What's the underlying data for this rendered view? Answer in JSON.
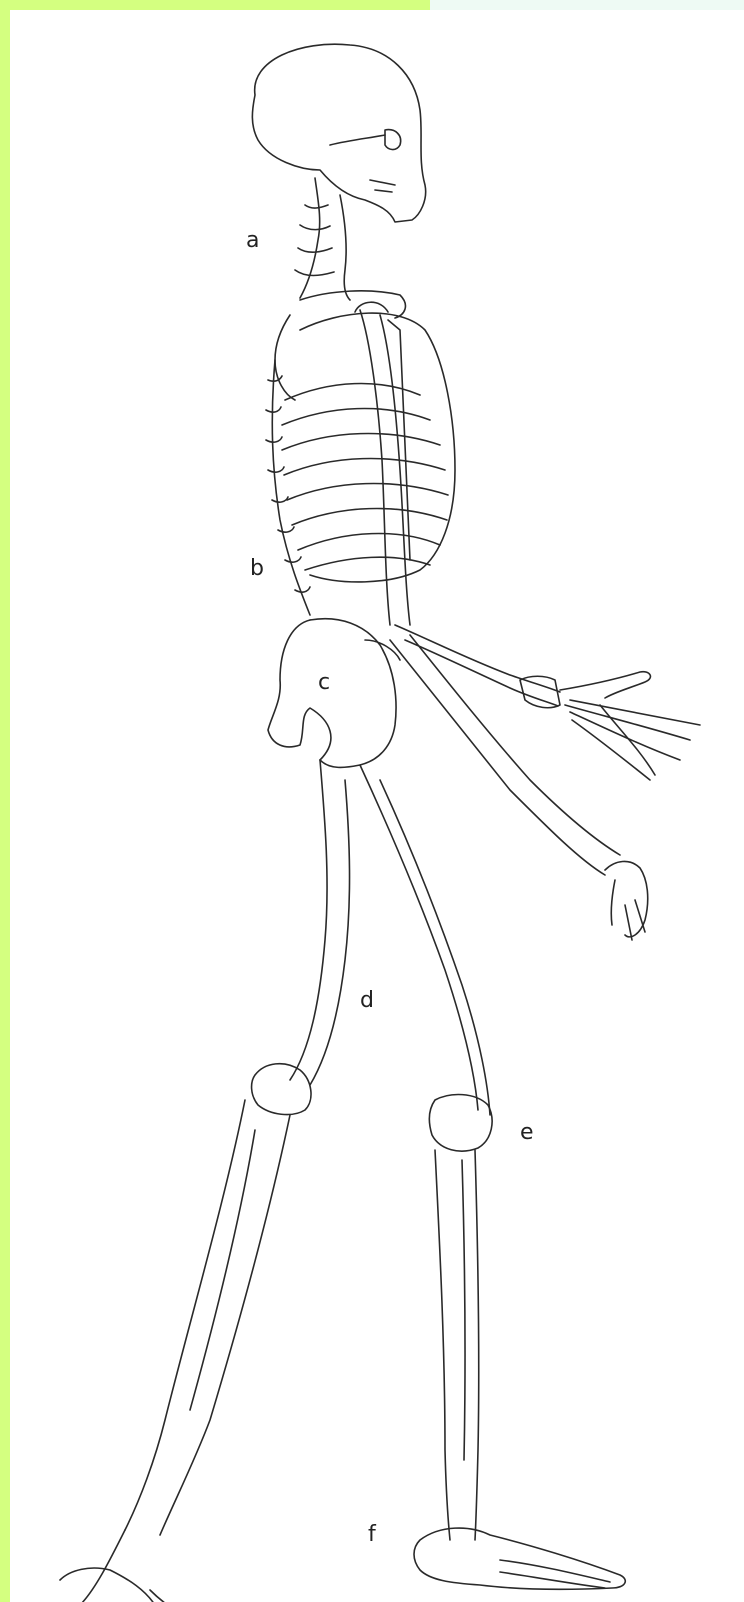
{
  "labels": {
    "a": "a",
    "b": "b",
    "c": "c",
    "d": "d",
    "e": "e",
    "f": "f"
  },
  "colors": {
    "border": "#d4ff80",
    "background": "#ffffff",
    "line": "#2a2a2a"
  }
}
